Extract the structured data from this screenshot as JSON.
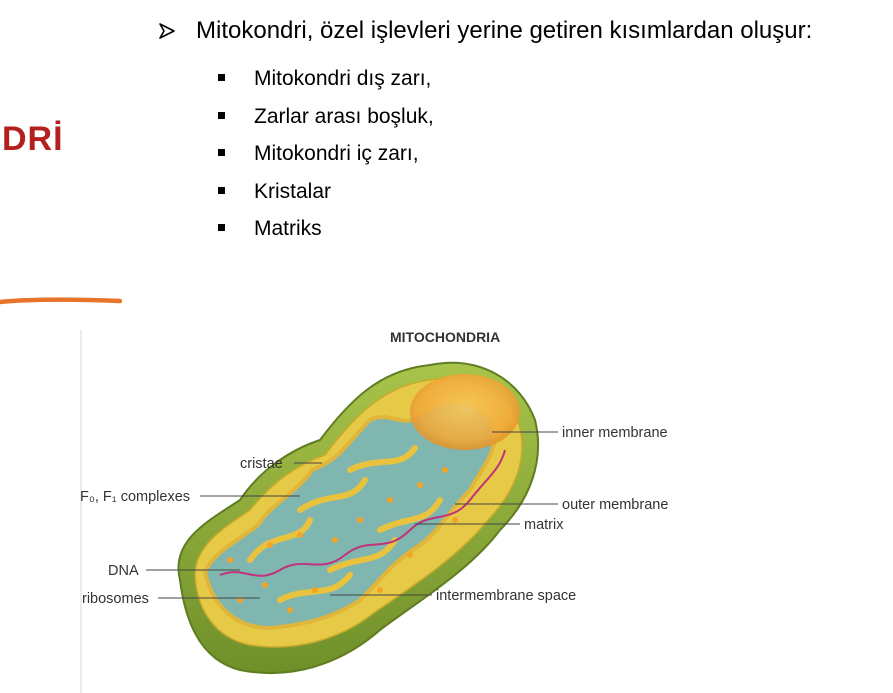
{
  "slide": {
    "title_partial": "DRİ",
    "main_point": "Mitokondri, özel işlevleri yerine getiren kısımlardan oluşur:",
    "sub_items": [
      "Mitokondri dış zarı,",
      "Zarlar arası boşluk,",
      "Mitokondri iç zarı,",
      "Kristalar",
      "Matriks"
    ]
  },
  "figure": {
    "title": "MITOCHONDRIA",
    "labels": {
      "inner_membrane": "inner membrane",
      "cristae": "cristae",
      "f_complexes": "F₀, F₁ complexes",
      "outer_membrane": "outer membrane",
      "matrix": "matrix",
      "dna": "DNA",
      "ribosomes": "ribosomes",
      "intermembrane_space": "intermembrane space"
    }
  },
  "colors": {
    "title_red": "#b51f1f",
    "accent_orange": "#e8742c",
    "outer_membrane_green": "#8fae3b",
    "inner_membrane_yellow": "#e8d24a",
    "matrix_teal": "#7fb7b0",
    "intermembrane_orange": "#f0b040"
  }
}
